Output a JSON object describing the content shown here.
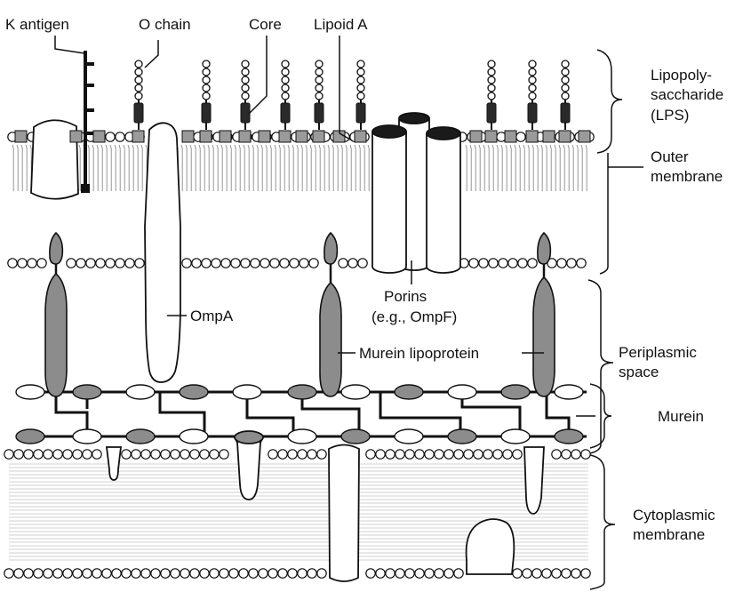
{
  "labels": {
    "k_antigen": "K antigen",
    "o_chain": "O chain",
    "core": "Core",
    "lipoid_a": "Lipoid A",
    "lps_line1": "Lipopoly-",
    "lps_line2": "saccharide",
    "lps_line3": "(LPS)",
    "outer_line1": "Outer",
    "outer_line2": "membrane",
    "porins_line1": "Porins",
    "porins_line2": "(e.g., OmpF)",
    "ompa": "OmpA",
    "murein_lipoprotein": "Murein lipoprotein",
    "periplasmic_line1": "Periplasmic",
    "periplasmic_line2": "space",
    "murein": "Murein",
    "cytoplasmic_line1": "Cytoplasmic",
    "cytoplasmic_line2": "membrane"
  },
  "colors": {
    "ink": "#111111",
    "membrane_square": "#9a9a9a",
    "core_block": "#2a2a2a",
    "protein_fill": "#8c8c8c",
    "lipid_tail": "#8a8a8a",
    "porin_fill": "#ffffff"
  }
}
